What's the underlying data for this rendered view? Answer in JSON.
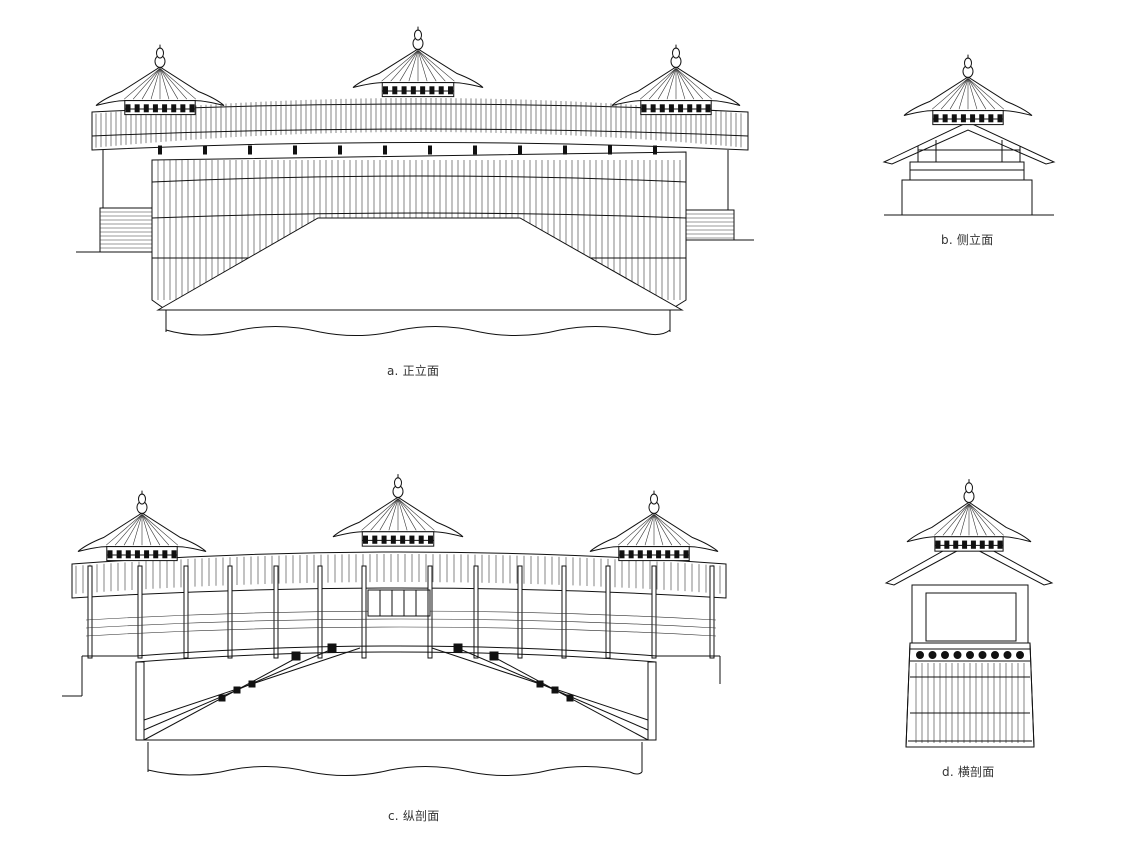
{
  "captions": {
    "front": "a. 正立面",
    "side": "b. 侧立面",
    "longitudinal": "c. 纵剖面",
    "cross": "d. 横剖面"
  },
  "colors": {
    "line": "#111111",
    "background": "#ffffff",
    "caption": "#333333"
  }
}
